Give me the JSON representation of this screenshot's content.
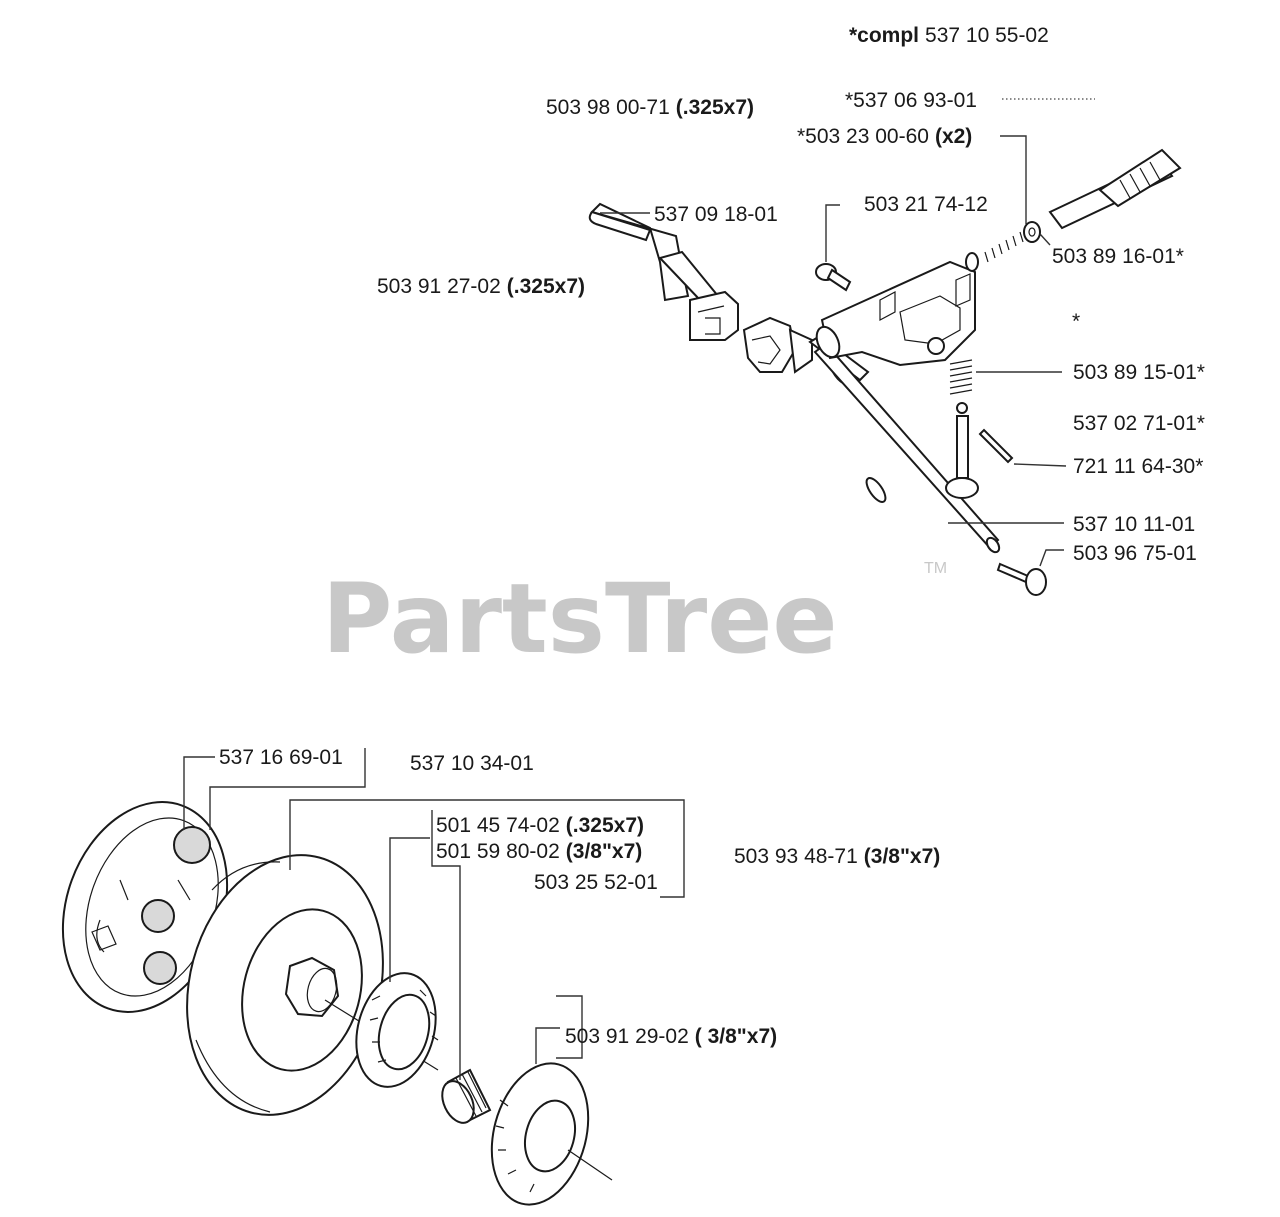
{
  "watermark": {
    "text": "PartsTree",
    "tm": "TM"
  },
  "labels": {
    "compl_prefix": "*compl",
    "compl_num": "537 10 55-02",
    "p_537_06_93_01": "*537 06 93-01",
    "p_503_98_00_71": "503 98 00-71",
    "p_503_98_00_71_sfx": "(.325x7)",
    "p_503_23_00_60": "*503 23 00-60",
    "p_503_23_00_60_sfx": "(x2)",
    "p_537_09_18_01": "537 09 18-01",
    "p_503_21_74_12": "503 21 74-12",
    "p_503_89_16_01": "503 89 16-01*",
    "p_503_91_27_02": "503 91 27-02",
    "p_503_91_27_02_sfx": "(.325x7)",
    "asterisk": "*",
    "p_503_89_15_01": "503 89 15-01*",
    "p_537_02_71_01": "537 02 71-01*",
    "p_721_11_64_30": "721 11 64-30*",
    "p_537_10_11_01": "537 10 11-01",
    "p_503_96_75_01": "503 96 75-01",
    "p_537_16_69_01": "537 16 69-01",
    "p_537_10_34_01": "537 10 34-01",
    "p_501_45_74_02": "501 45 74-02",
    "p_501_45_74_02_sfx": "(.325x7)",
    "p_501_59_80_02": "501 59 80-02",
    "p_501_59_80_02_sfx": "(3/8\"x7)",
    "p_503_25_52_01": "503 25 52-01",
    "p_503_93_48_71": "503 93 48-71",
    "p_503_93_48_71_sfx": "(3/8\"x7)",
    "p_503_91_29_02": "503 91 29-02",
    "p_503_91_29_02_sfx": "( 3/8\"x7)"
  }
}
